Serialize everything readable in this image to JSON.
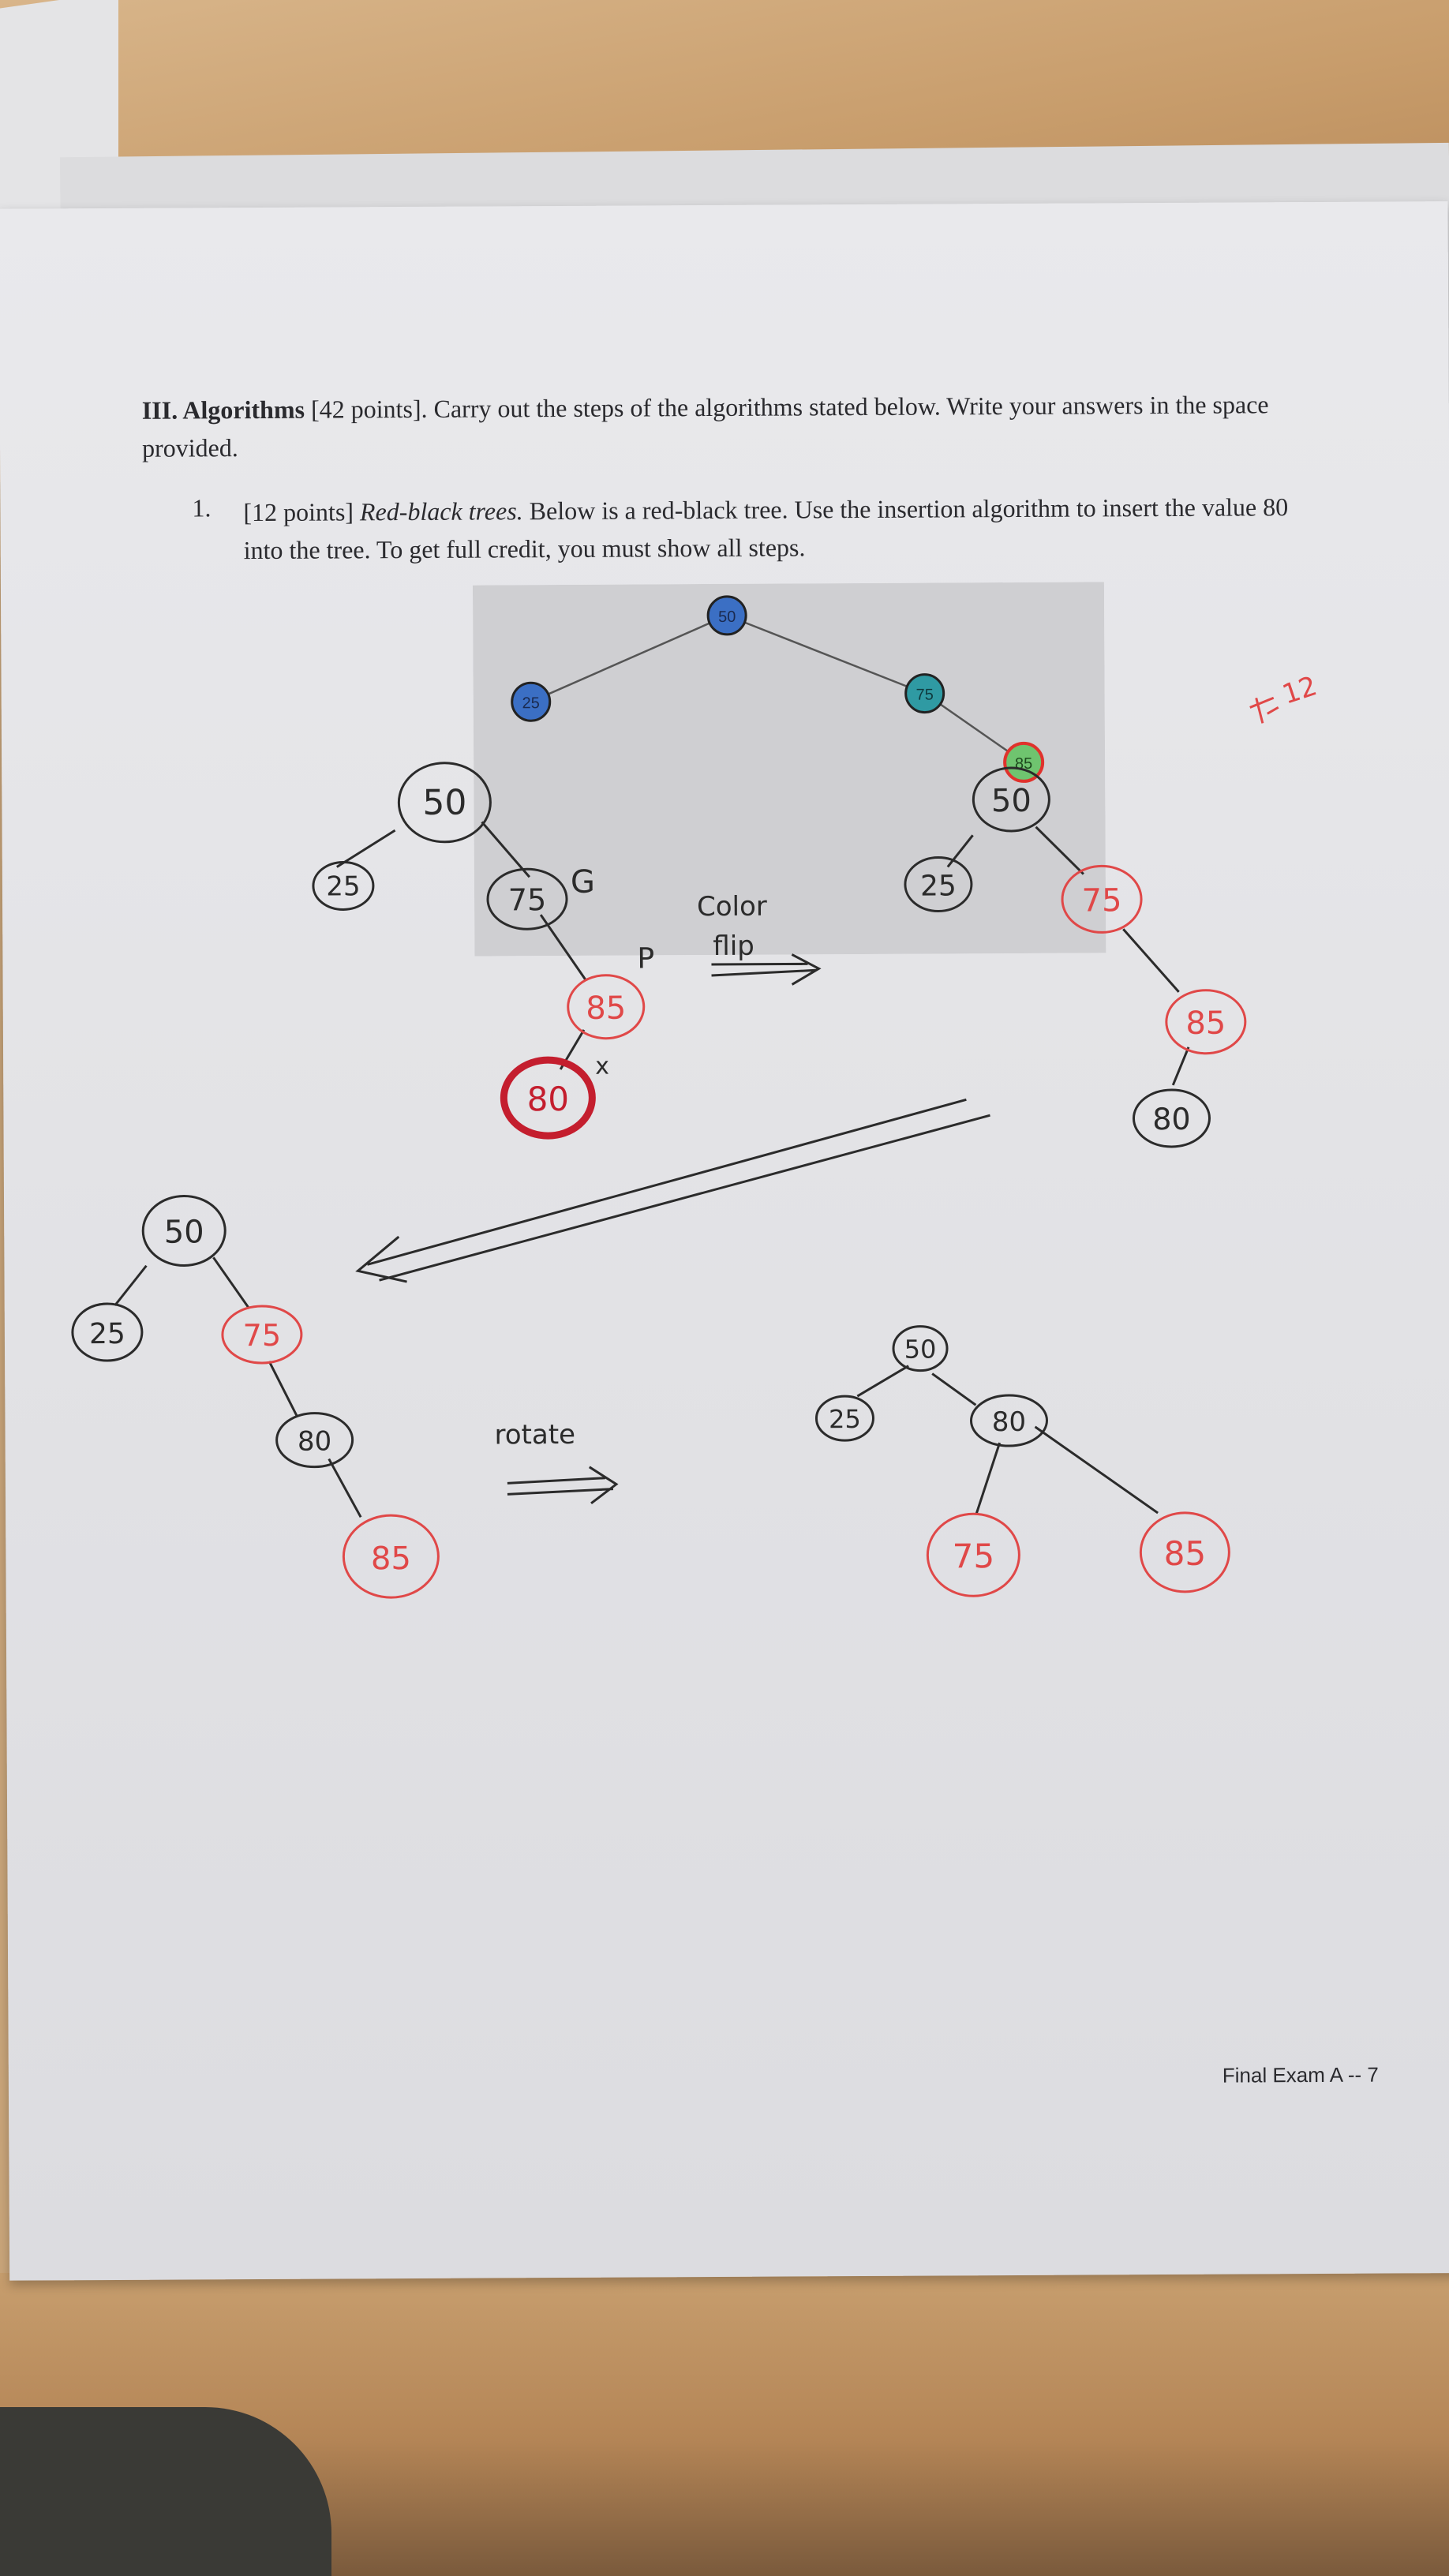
{
  "question_heading": {
    "section": "III. Algorithms",
    "text": "[42 points]. Carry out the steps of the algorithms stated below. Write your answers in the space provided."
  },
  "question_1": {
    "number": "1.",
    "points": "[12 points]",
    "topic": "Red-black trees.",
    "text": "Below is a red-black tree. Use the insertion algorithm to insert the value 80 into the tree. To get full credit, you must show all steps."
  },
  "printed_tree": {
    "root": "50",
    "left": "25",
    "right": "75",
    "right_right": "85",
    "colors": {
      "black_node": "#3b6fc4",
      "teal_node": "#2f9aa3",
      "red_node": "#6fc46f",
      "red_ring": "#e0322c",
      "panel": "#cfcfd2"
    }
  },
  "grader_score": "12",
  "handwritten": {
    "step1": {
      "root": "50",
      "left": "25",
      "grandparent": "75",
      "grandparent_label": "G",
      "parent": "85",
      "parent_label": "P",
      "inserted": "80",
      "inserted_label": "x"
    },
    "arrow1_label_line1": "Color",
    "arrow1_label_line2": "flip",
    "step2": {
      "root": "50",
      "left": "25",
      "right": "75",
      "right_right": "85",
      "leaf": "80"
    },
    "step3": {
      "root": "50",
      "left": "25",
      "right": "75",
      "right_right": "80",
      "leaf": "85"
    },
    "arrow2_label": "rotate",
    "step4": {
      "root": "50",
      "left": "25",
      "right": "80",
      "right_left": "75",
      "right_right": "85"
    },
    "colors": {
      "ink_black": "#2b2b2b",
      "ink_red": "#e04848",
      "ink_dark_red": "#c41e2e"
    }
  },
  "footer": "Final Exam A -- 7"
}
